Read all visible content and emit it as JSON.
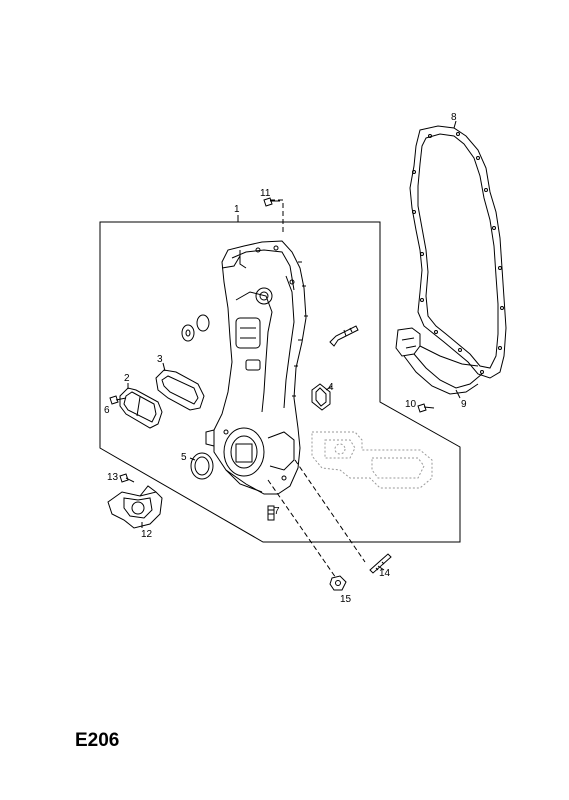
{
  "page_code": "E206",
  "callouts": {
    "c1": "1",
    "c2": "2",
    "c3": "3",
    "c4": "4",
    "c5": "5",
    "c6": "6",
    "c7": "7",
    "c8": "8",
    "c9": "9",
    "c10": "10",
    "c11": "11",
    "c12": "12",
    "c13": "13",
    "c14": "14",
    "c15": "15"
  },
  "colors": {
    "line": "#000000",
    "ghost": "#9a9a9a",
    "background": "#ffffff"
  }
}
